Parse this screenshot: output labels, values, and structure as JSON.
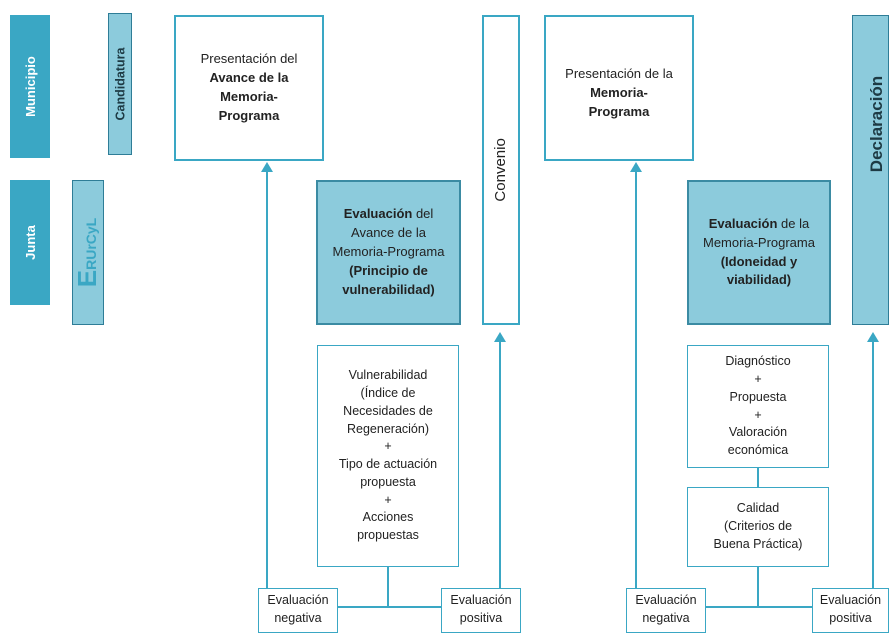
{
  "rows": {
    "municipio": "Municipio",
    "junta": "Junta"
  },
  "tabs": {
    "candidatura": "Candidatura",
    "erurcyl_big": "E",
    "erurcyl_small": "RUrCyL",
    "declaracion": "Declaración"
  },
  "stage1": {
    "presentacion": {
      "pre": "Presentación del",
      "bold": "Avance de la Memoria-Programa"
    },
    "evaluacion": {
      "bold1": "Evaluación",
      "mid": " del Avance de la Memoria-Programa",
      "bold2": "(Principio de vulnerabilidad)"
    },
    "criterios": [
      "Vulnerabilidad",
      "(Índice de",
      "Necesidades de",
      "Regeneración)",
      "+",
      "Tipo de actuación",
      "propuesta",
      "+",
      "Acciones",
      "propuestas"
    ],
    "negativa": [
      "Evaluación",
      "negativa"
    ],
    "positiva": [
      "Evaluación",
      "positiva"
    ]
  },
  "convenio": "Convenio",
  "stage2": {
    "presentacion": {
      "pre": "Presentación de la",
      "bold": "Memoria-Programa"
    },
    "evaluacion": {
      "bold1": "Evaluación",
      "mid": " de la Memoria-Programa",
      "bold2": "(Idoneidad y viabilidad)"
    },
    "criterios": [
      "Diagnóstico",
      "+",
      "Propuesta",
      "+",
      "Valoración",
      "económica"
    ],
    "calidad": [
      "Calidad",
      "(Criterios de",
      "Buena Práctica)"
    ],
    "negativa": [
      "Evaluación",
      "negativa"
    ],
    "positiva": [
      "Evaluación",
      "positiva"
    ]
  },
  "colors": {
    "accent": "#3aa7c4",
    "fill": "#8ccbdc",
    "border_dark": "#3b8ba3"
  }
}
